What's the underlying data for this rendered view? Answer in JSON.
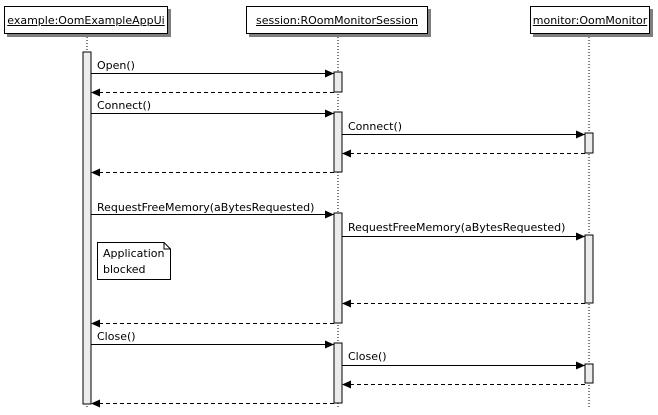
{
  "participants": [
    {
      "id": "example",
      "label": "example:OomExampleAppUi"
    },
    {
      "id": "session",
      "label": "session:ROomMonitorSession"
    },
    {
      "id": "monitor",
      "label": "monitor:OomMonitor"
    }
  ],
  "messages": [
    {
      "label": "Open()",
      "from": "example",
      "to": "session",
      "kind": "call"
    },
    {
      "label": "",
      "from": "session",
      "to": "example",
      "kind": "return"
    },
    {
      "label": "Connect()",
      "from": "example",
      "to": "session",
      "kind": "call"
    },
    {
      "label": "Connect()",
      "from": "session",
      "to": "monitor",
      "kind": "call"
    },
    {
      "label": "",
      "from": "monitor",
      "to": "session",
      "kind": "return"
    },
    {
      "label": "",
      "from": "session",
      "to": "example",
      "kind": "return"
    },
    {
      "label": "RequestFreeMemory(aBytesRequested)",
      "from": "example",
      "to": "session",
      "kind": "call"
    },
    {
      "label": "RequestFreeMemory(aBytesRequested)",
      "from": "session",
      "to": "monitor",
      "kind": "call"
    },
    {
      "label": "",
      "from": "monitor",
      "to": "session",
      "kind": "return"
    },
    {
      "label": "",
      "from": "session",
      "to": "example",
      "kind": "return"
    },
    {
      "label": "Close()",
      "from": "example",
      "to": "session",
      "kind": "call"
    },
    {
      "label": "Close()",
      "from": "session",
      "to": "monitor",
      "kind": "call"
    },
    {
      "label": "",
      "from": "monitor",
      "to": "session",
      "kind": "return"
    },
    {
      "label": "",
      "from": "session",
      "to": "example",
      "kind": "return"
    }
  ],
  "note": {
    "lines": [
      "Application",
      "blocked"
    ]
  }
}
